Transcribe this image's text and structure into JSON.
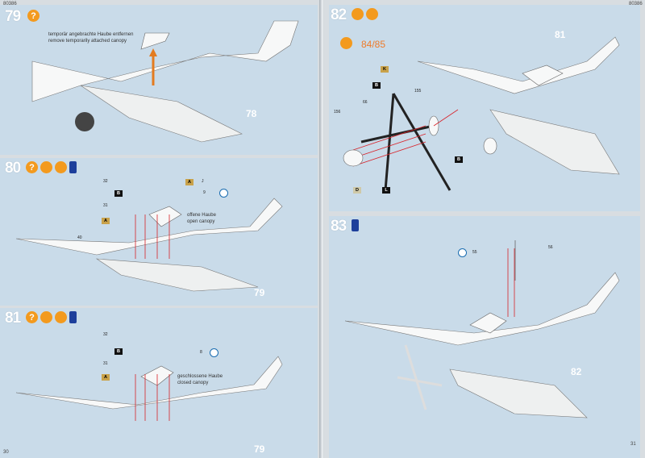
{
  "left_page": {
    "header_code": "80386",
    "page_number": "30",
    "steps": [
      {
        "number": "79",
        "note_de": "temporär angebrachte Haube entfernen",
        "note_en": "remove temporarily attached canopy",
        "ref": "78"
      },
      {
        "number": "80",
        "parts": [
          "32",
          "31",
          "40",
          "9"
        ],
        "tags": [
          "B",
          "A",
          "A",
          "J"
        ],
        "label_de": "offene Haube",
        "label_en": "open canopy",
        "ref": "79"
      },
      {
        "number": "81",
        "parts": [
          "32",
          "31",
          "8"
        ],
        "tags": [
          "B",
          "A"
        ],
        "label_de": "geschlossene Haube",
        "label_en": "closed canopy",
        "ref": "79"
      }
    ]
  },
  "right_page": {
    "header_code": "80386",
    "page_number": "31",
    "steps": [
      {
        "number": "82",
        "ref_arrow": "84/85",
        "parts": [
          "156",
          "66",
          "155"
        ],
        "tags": [
          "K",
          "B",
          "B",
          "D",
          "L"
        ],
        "ref": "81"
      },
      {
        "number": "83",
        "parts": [
          "55",
          "56"
        ],
        "ref": "82"
      }
    ]
  },
  "icons": [
    "question-icon",
    "glue-icon",
    "paint-icon",
    "blue-paint-icon"
  ],
  "colors": {
    "panel": "#c9dbe9",
    "accent_orange": "#f39a1e",
    "arrow_red": "#d8232a"
  }
}
